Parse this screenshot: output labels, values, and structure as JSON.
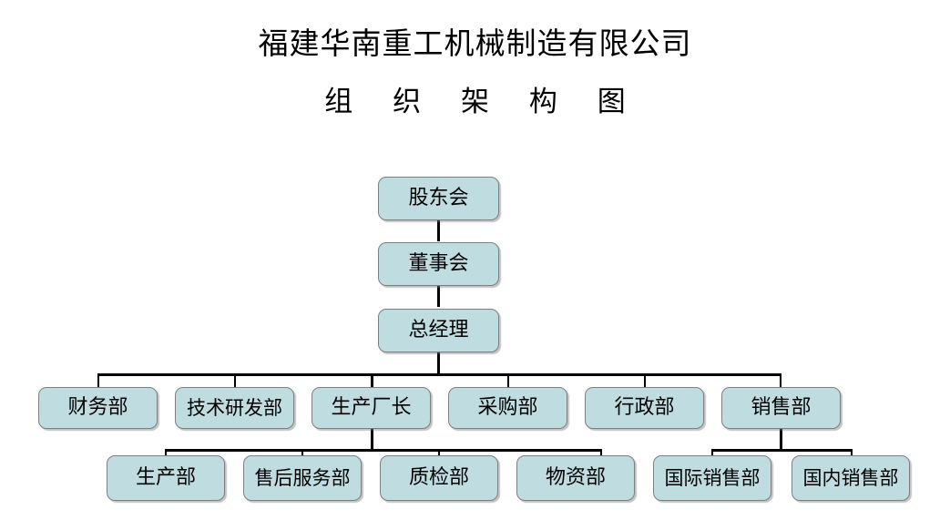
{
  "document": {
    "company_title": "福建华南重工机械制造有限公司",
    "chart_subtitle": "组 织 架 构 图"
  },
  "theme": {
    "node_fill": "#bfdce1",
    "node_border": "#7f7f7f",
    "connector_color": "#000000",
    "page_background": "#ffffff",
    "text_color": "#000000"
  },
  "org_chart": {
    "type": "org-tree",
    "levels": [
      {
        "level": 1,
        "nodes": [
          {
            "id": "shareholders",
            "label": "股东会"
          }
        ]
      },
      {
        "level": 2,
        "nodes": [
          {
            "id": "board",
            "label": "董事会"
          }
        ]
      },
      {
        "level": 3,
        "nodes": [
          {
            "id": "general-manager",
            "label": "总经理"
          }
        ]
      },
      {
        "level": 4,
        "nodes": [
          {
            "id": "finance",
            "label": "财务部"
          },
          {
            "id": "rnd",
            "label": "技术研发部"
          },
          {
            "id": "production-director",
            "label": "生产厂长"
          },
          {
            "id": "purchasing",
            "label": "采购部"
          },
          {
            "id": "administration",
            "label": "行政部"
          },
          {
            "id": "sales",
            "label": "销售部"
          }
        ]
      },
      {
        "level": 5,
        "nodes": [
          {
            "id": "production",
            "label": "生产部"
          },
          {
            "id": "after-sales-service",
            "label": "售后服务部"
          },
          {
            "id": "quality-inspection",
            "label": "质检部"
          },
          {
            "id": "materials",
            "label": "物资部"
          },
          {
            "id": "international-sales",
            "label": "国际销售部"
          },
          {
            "id": "domestic-sales",
            "label": "国内销售部"
          }
        ]
      }
    ],
    "edges": [
      {
        "from": "shareholders",
        "to": "board"
      },
      {
        "from": "board",
        "to": "general-manager"
      },
      {
        "from": "general-manager",
        "to": "finance"
      },
      {
        "from": "general-manager",
        "to": "rnd"
      },
      {
        "from": "general-manager",
        "to": "production-director"
      },
      {
        "from": "general-manager",
        "to": "purchasing"
      },
      {
        "from": "general-manager",
        "to": "administration"
      },
      {
        "from": "general-manager",
        "to": "sales"
      },
      {
        "from": "production-director",
        "to": "production"
      },
      {
        "from": "production-director",
        "to": "after-sales-service"
      },
      {
        "from": "production-director",
        "to": "quality-inspection"
      },
      {
        "from": "production-director",
        "to": "materials"
      },
      {
        "from": "sales",
        "to": "international-sales"
      },
      {
        "from": "sales",
        "to": "domestic-sales"
      }
    ]
  }
}
